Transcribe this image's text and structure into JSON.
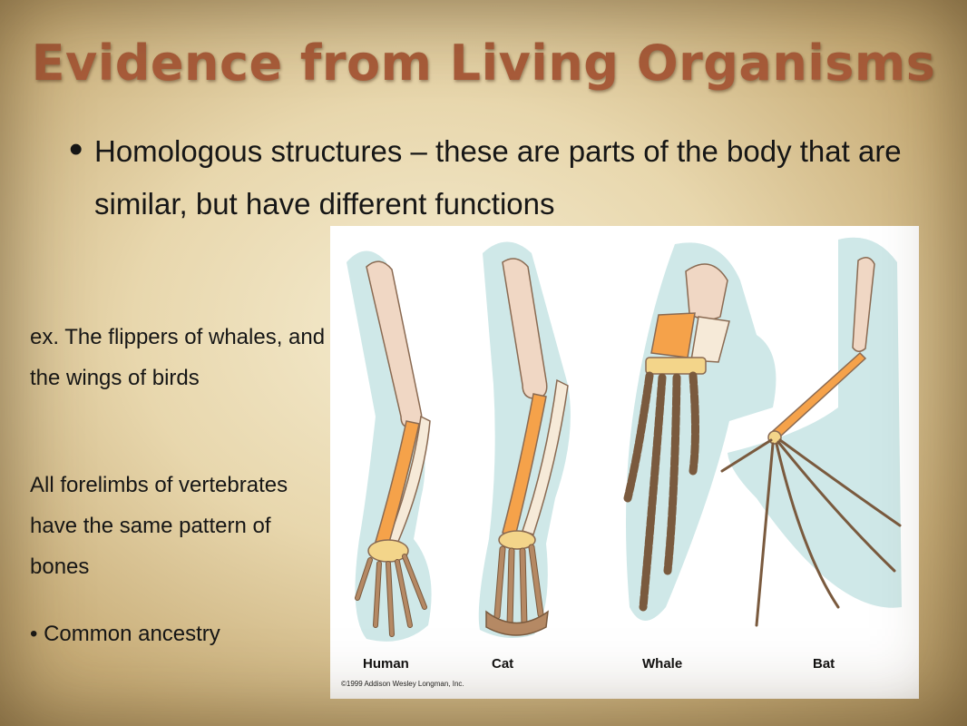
{
  "title": "Evidence from Living Organisms",
  "main_bullet": "Homologous structures – these are parts of the body that are similar, but have different functions",
  "side_text": {
    "example": "ex. The flippers of whales, and the wings of birds",
    "pattern": "All forelimbs of vertebrates have the same pattern of bones",
    "bullet": "• Common ancestry"
  },
  "figure": {
    "labels": [
      "Human",
      "Cat",
      "Whale",
      "Bat"
    ],
    "copyright": "©1999 Addison Wesley Longman, Inc."
  },
  "colors": {
    "title": "#a85c3a",
    "humerus": "#f0d7c4",
    "radius": "#f5a24a",
    "ulna": "#f6ead8",
    "digits": "#b58964",
    "carpals": "#f3d58a",
    "silhouette": "#cfe8e8"
  }
}
